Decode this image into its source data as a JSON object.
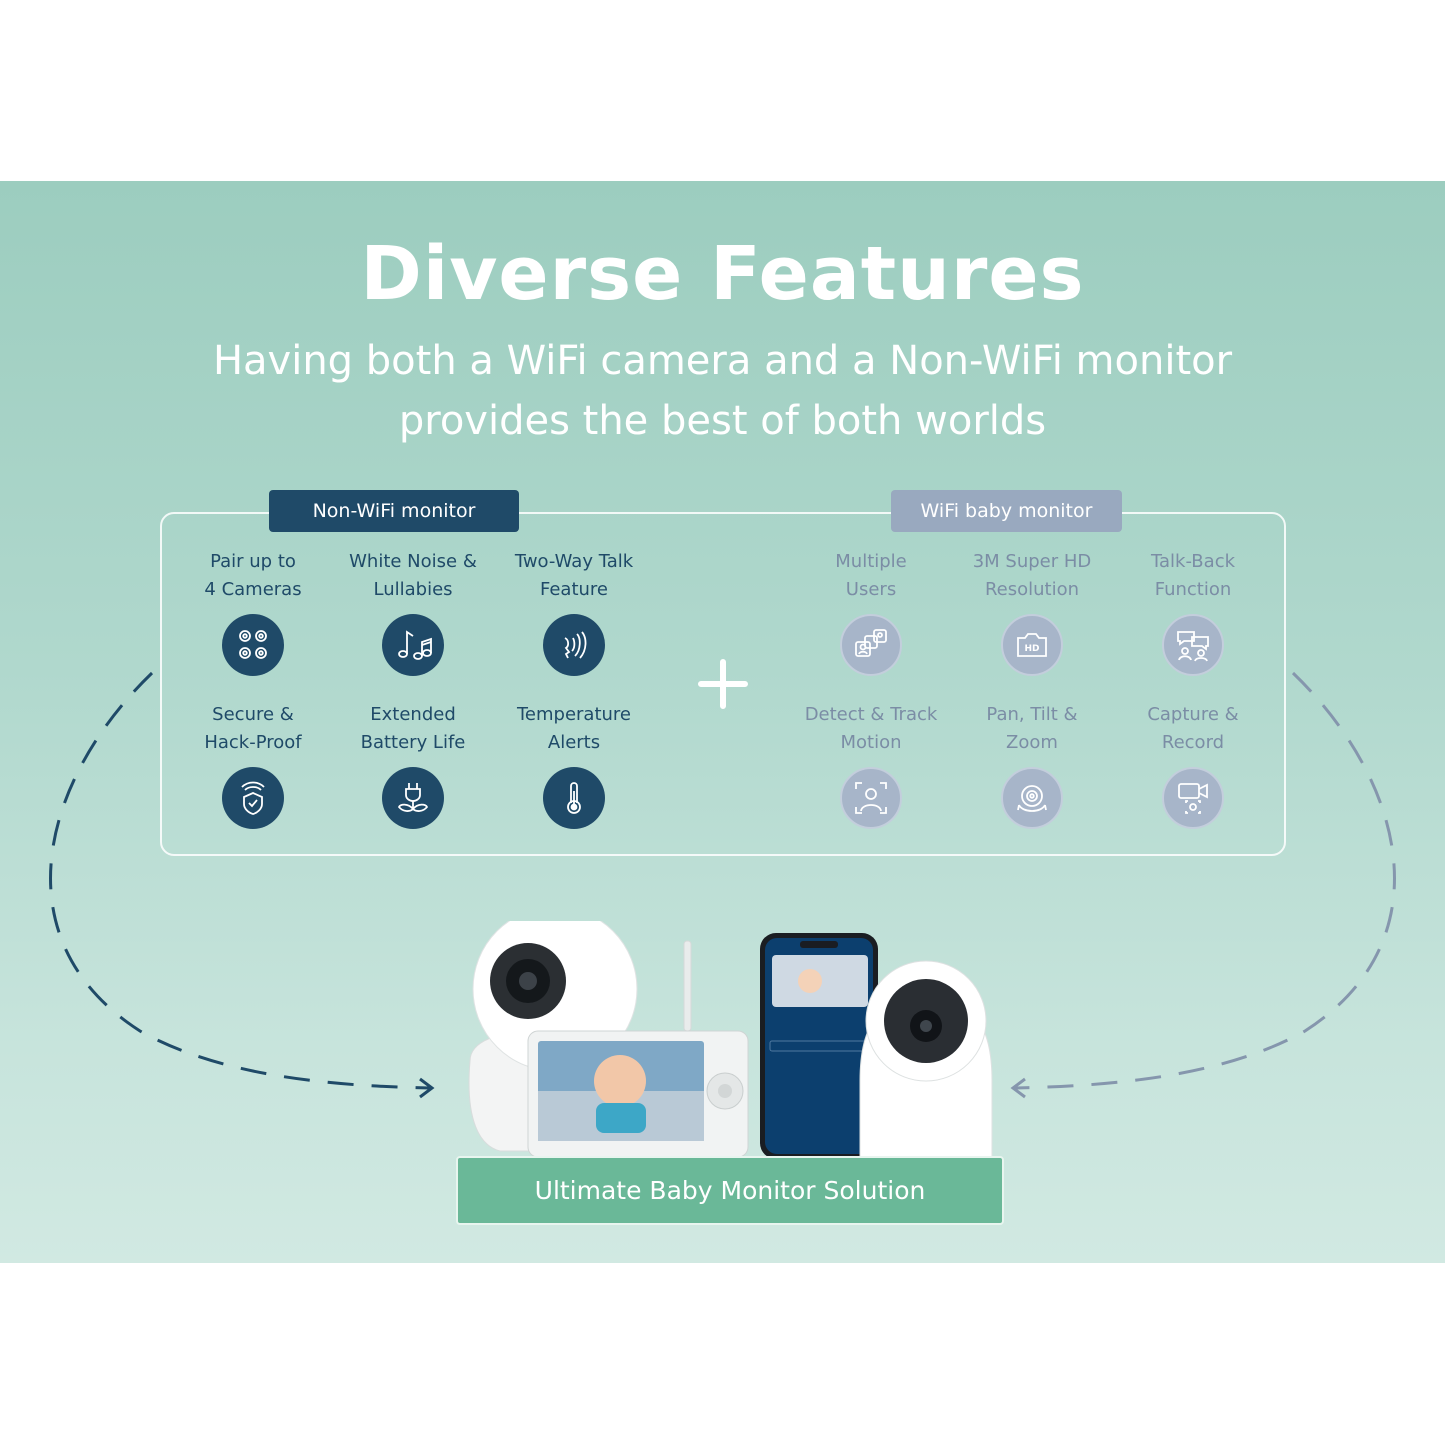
{
  "heading": {
    "title": "Diverse Features",
    "subtitle": "Having both a WiFi camera and a Non-WiFi monitor provides the best of both worlds"
  },
  "tabs": {
    "non_wifi": "Non-WiFi monitor",
    "wifi": "WiFi baby monitor"
  },
  "non_wifi_features": [
    {
      "label": "Pair up to\n4 Cameras",
      "icon": "four-cameras-icon"
    },
    {
      "label": "White Noise &\nLullabies",
      "icon": "music-notes-icon"
    },
    {
      "label": "Two-Way Talk\nFeature",
      "icon": "voice-talk-icon"
    },
    {
      "label": "Secure &\nHack-Proof",
      "icon": "secure-shield-icon"
    },
    {
      "label": "Extended\nBattery Life",
      "icon": "plug-leaf-icon"
    },
    {
      "label": "Temperature\nAlerts",
      "icon": "thermometer-icon"
    }
  ],
  "wifi_features": [
    {
      "label": "Multiple\nUsers",
      "icon": "multiple-users-icon"
    },
    {
      "label": "3M Super HD\nResolution",
      "icon": "hd-camera-icon"
    },
    {
      "label": "Talk-Back\nFunction",
      "icon": "talk-back-icon"
    },
    {
      "label": "Detect & Track\nMotion",
      "icon": "motion-detect-icon"
    },
    {
      "label": "Pan, Tilt &\nZoom",
      "icon": "pan-tilt-icon"
    },
    {
      "label": "Capture &\nRecord",
      "icon": "video-record-icon"
    }
  ],
  "cta_label": "Ultimate Baby Monitor Solution",
  "colors": {
    "navy": "#1f4a68",
    "slate": "#99a9bf",
    "green": "#6ab898",
    "teal_bg": "#9ccdbf"
  }
}
